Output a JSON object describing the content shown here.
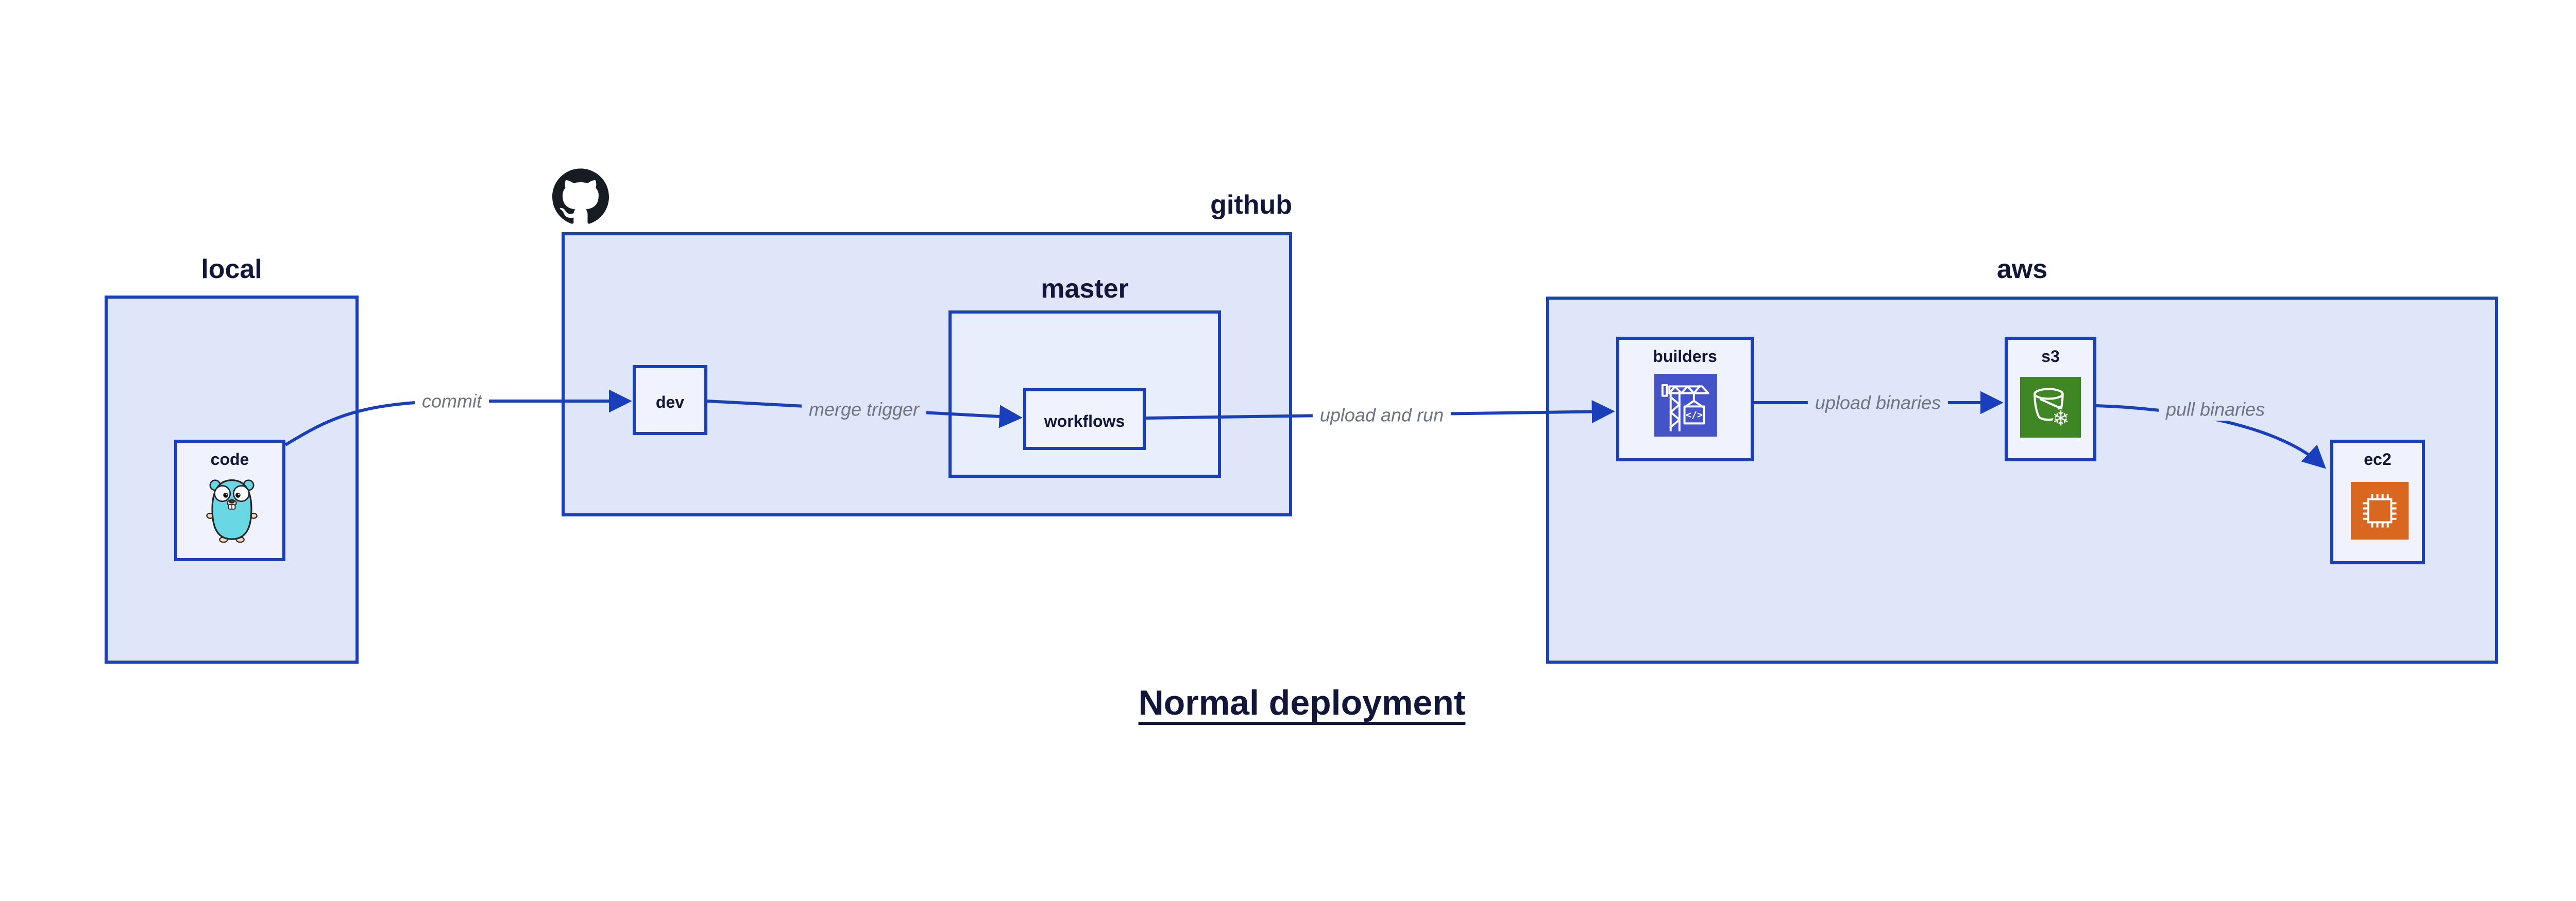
{
  "title": "Normal deployment",
  "containers": {
    "local": {
      "label": "local"
    },
    "github": {
      "label": "github"
    },
    "master": {
      "label": "master"
    },
    "aws": {
      "label": "aws"
    }
  },
  "nodes": {
    "code": {
      "label": "code",
      "icon": "go-gopher-icon"
    },
    "dev": {
      "label": "dev"
    },
    "workflows": {
      "label": "workflows"
    },
    "builders": {
      "label": "builders",
      "icon": "aws-codebuild-icon"
    },
    "s3": {
      "label": "s3",
      "icon": "aws-s3-bucket-icon"
    },
    "ec2": {
      "label": "ec2",
      "icon": "aws-ec2-chip-icon"
    }
  },
  "edges": [
    {
      "from": "code",
      "to": "dev",
      "label": "commit"
    },
    {
      "from": "dev",
      "to": "workflows",
      "label": "merge trigger"
    },
    {
      "from": "workflows",
      "to": "builders",
      "label": "upload and run"
    },
    {
      "from": "builders",
      "to": "s3",
      "label": "upload binaries"
    },
    {
      "from": "s3",
      "to": "ec2",
      "label": "pull binaries"
    }
  ],
  "colors": {
    "border_and_arrow_blue": "#1a3fbd",
    "container_fill": "#e0e6fa",
    "node_fill": "#f0f3fd",
    "text_dark_navy": "#12173a",
    "edge_label_gray": "#6e7480",
    "codebuild_indigo": "#4453c7",
    "s3_green": "#3f8624",
    "ec2_orange": "#d9671f",
    "octocat_black": "#171b22",
    "gopher_teal": "#6ad7e5"
  }
}
